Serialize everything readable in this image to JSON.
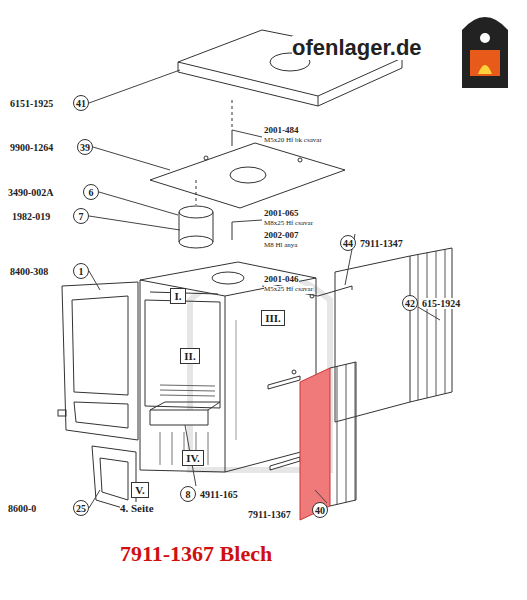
{
  "diagram": {
    "caption": "7911-1367 Blech",
    "nodes": [
      {
        "text": [
          "41"
        ]
      },
      {
        "text": [
          "39"
        ]
      },
      {
        "text": [
          "6"
        ]
      },
      {
        "text": [
          "7"
        ]
      },
      {
        "text": [
          "1"
        ]
      },
      {
        "text": [
          "44"
        ]
      },
      {
        "text": [
          "I."
        ]
      },
      {
        "text": [
          "III."
        ]
      },
      {
        "text": [
          "II."
        ]
      },
      {
        "text": [
          "42"
        ]
      },
      {
        "text": [
          "IV."
        ]
      },
      {
        "text": [
          "8"
        ]
      },
      {
        "text": [
          "V."
        ]
      },
      {
        "text": [
          "25"
        ]
      },
      {
        "text": [
          "40"
        ]
      }
    ],
    "labels": [
      "ofenlager.de",
      "6151-1925",
      "9900-1264",
      "2001-484",
      "M5x20 Hf bk csavar",
      "3490-002A",
      "1982-019",
      "2001-065",
      "M8x25 Hf csavar",
      "2002-007",
      "M8 Hl anya",
      "8400-308",
      "7911-1347",
      "2001-046",
      "M5x25 Hf csavar",
      "615-1924",
      "4911-165",
      "8600-0",
      "4. Seite",
      "7911-1367"
    ]
  }
}
